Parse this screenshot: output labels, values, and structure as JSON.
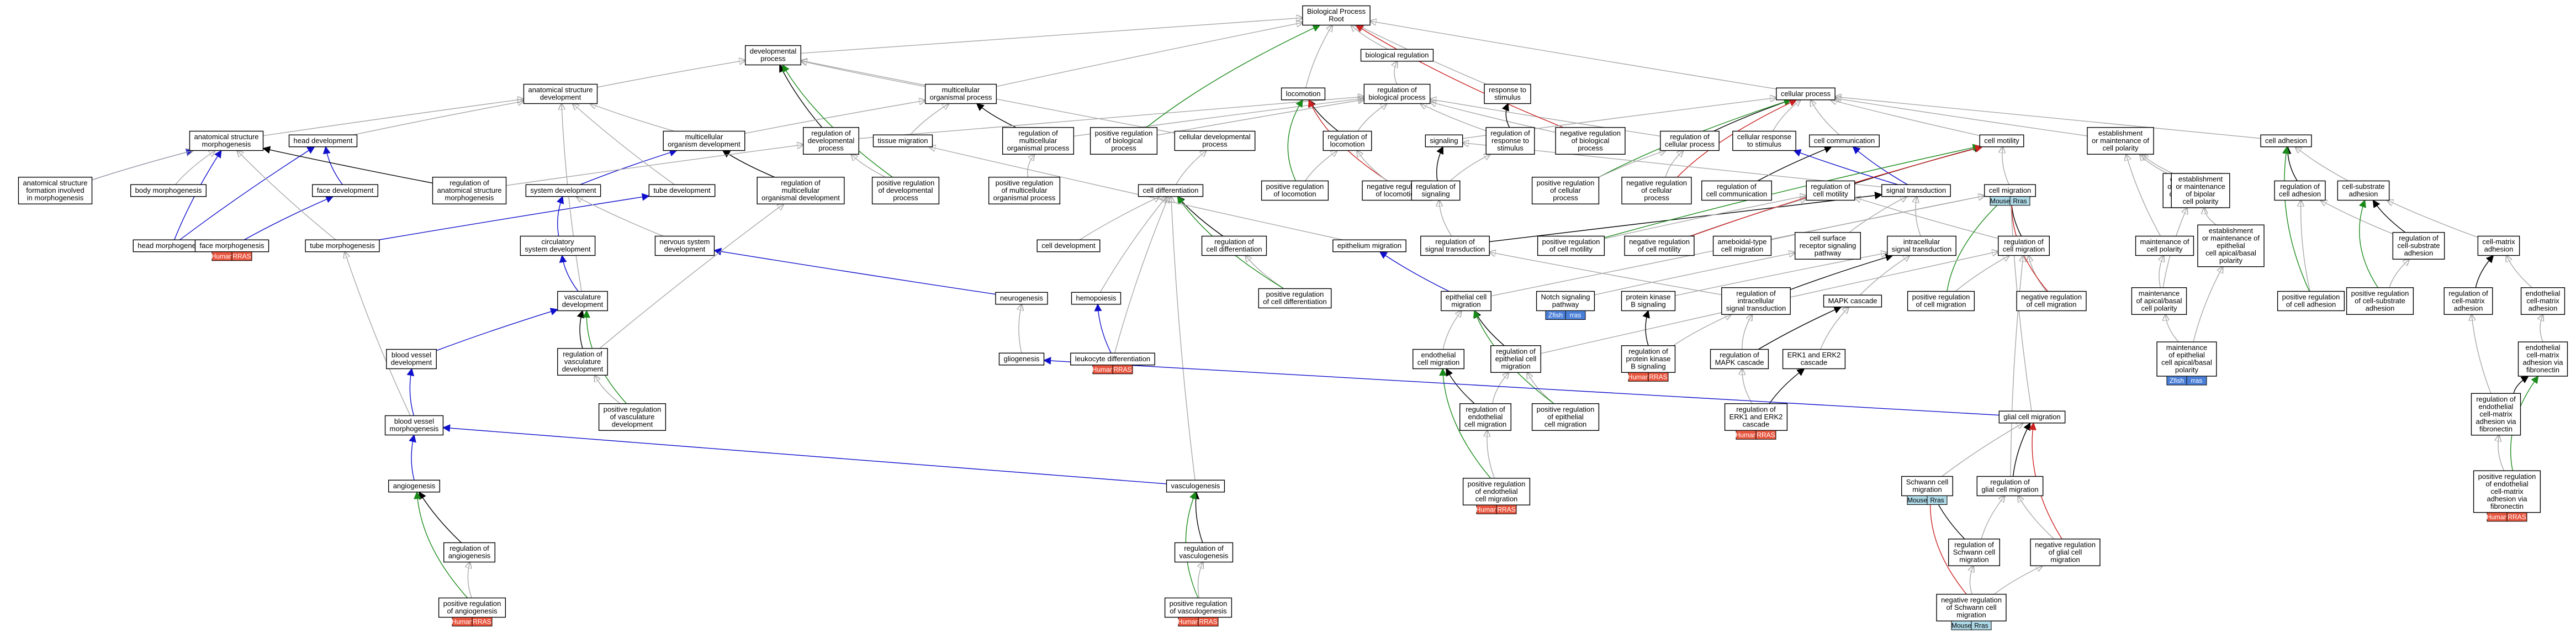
{
  "colors": {
    "is_a": "#a8a8a8",
    "part_of": "#000000",
    "regulates": "#000000",
    "positively_regulates": "#1a8a1a",
    "negatively_regulates": "#cc2020",
    "blue_link": "#1010cc",
    "tag_human_bg": "#e8553e",
    "tag_mouse_bg": "#add8e6",
    "tag_zfish_bg": "#4a7fd8"
  },
  "nodes": [
    {
      "id": "root",
      "label": [
        "Biological Process",
        "Root"
      ]
    },
    {
      "id": "devproc",
      "label": [
        "developmental",
        "process"
      ]
    },
    {
      "id": "biolreg",
      "label": [
        "biological regulation"
      ]
    },
    {
      "id": "anatdev",
      "label": [
        "anatomical structure",
        "development"
      ]
    },
    {
      "id": "multiproc",
      "label": [
        "multicellular",
        "organismal process"
      ]
    },
    {
      "id": "locomotion",
      "label": [
        "locomotion"
      ]
    },
    {
      "id": "regbiol",
      "label": [
        "regulation of",
        "biological process"
      ]
    },
    {
      "id": "resp",
      "label": [
        "response to",
        "stimulus"
      ]
    },
    {
      "id": "cellproc",
      "label": [
        "cellular process"
      ]
    },
    {
      "id": "anatmorph",
      "label": [
        "anatomical structure",
        "morphogenesis"
      ]
    },
    {
      "id": "headdev",
      "label": [
        "head development"
      ]
    },
    {
      "id": "multidev",
      "label": [
        "multicellular",
        "organism development"
      ]
    },
    {
      "id": "regdev",
      "label": [
        "regulation of",
        "developmental",
        "process"
      ]
    },
    {
      "id": "tissuemig",
      "label": [
        "tissue migration"
      ]
    },
    {
      "id": "regmulti",
      "label": [
        "regulation of",
        "multicellular",
        "organismal process"
      ]
    },
    {
      "id": "posbiol",
      "label": [
        "positive regulation",
        "of biological",
        "process"
      ]
    },
    {
      "id": "celldevproc",
      "label": [
        "cellular developmental",
        "process"
      ]
    },
    {
      "id": "regloco",
      "label": [
        "regulation of",
        "locomotion"
      ]
    },
    {
      "id": "signaling",
      "label": [
        "signaling"
      ]
    },
    {
      "id": "regresp",
      "label": [
        "regulation of",
        "response to",
        "stimulus"
      ]
    },
    {
      "id": "negbiol",
      "label": [
        "negative regulation",
        "of biological",
        "process"
      ]
    },
    {
      "id": "regcellproc",
      "label": [
        "regulation of",
        "cellular process"
      ]
    },
    {
      "id": "cellresp",
      "label": [
        "cellular response",
        "to stimulus"
      ]
    },
    {
      "id": "cellcomm",
      "label": [
        "cell communication"
      ]
    },
    {
      "id": "estabpol",
      "label": [
        "establishment",
        "or maintenance of",
        "cell polarity"
      ]
    },
    {
      "id": "celladh",
      "label": [
        "cell adhesion"
      ]
    },
    {
      "id": "anatform",
      "label": [
        "anatomical structure",
        "formation involved",
        "in morphogenesis"
      ]
    },
    {
      "id": "bodymorph",
      "label": [
        "body morphogenesis"
      ]
    },
    {
      "id": "facedev",
      "label": [
        "face development"
      ]
    },
    {
      "id": "reganat",
      "label": [
        "regulation of",
        "anatomical structure",
        "morphogenesis"
      ]
    },
    {
      "id": "sysdev",
      "label": [
        "system development"
      ]
    },
    {
      "id": "tubedev",
      "label": [
        "tube development"
      ]
    },
    {
      "id": "regmultidev",
      "label": [
        "regulation of",
        "multicellular",
        "organismal development"
      ]
    },
    {
      "id": "posdev",
      "label": [
        "positive regulation",
        "of developmental",
        "process"
      ]
    },
    {
      "id": "posmulti",
      "label": [
        "positive regulation",
        "of multicellular",
        "organismal process"
      ]
    },
    {
      "id": "posloco",
      "label": [
        "positive regulation",
        "of locomotion"
      ]
    },
    {
      "id": "negloco",
      "label": [
        "negative regulation",
        "of locomotion"
      ]
    },
    {
      "id": "regsig",
      "label": [
        "regulation of",
        "signaling"
      ]
    },
    {
      "id": "poscell",
      "label": [
        "positive regulation",
        "of cellular",
        "process"
      ]
    },
    {
      "id": "negcell",
      "label": [
        "negative regulation",
        "of cellular",
        "process"
      ]
    },
    {
      "id": "regcellcomm",
      "label": [
        "regulation of",
        "cell communication"
      ]
    },
    {
      "id": "regmotil",
      "label": [
        "regulation of",
        "cell motility"
      ]
    },
    {
      "id": "sigtrans",
      "label": [
        "signal transduction"
      ]
    },
    {
      "id": "cellmotil",
      "label": [
        "cell motility"
      ]
    },
    {
      "id": "estabapical",
      "label": [
        "establishment",
        "or maintenance",
        "of apical/basal",
        "cell polarity"
      ]
    },
    {
      "id": "estabbipolar",
      "label": [
        "establishment",
        "or maintenance",
        "of bipolar",
        "cell polarity"
      ]
    },
    {
      "id": "regadh",
      "label": [
        "regulation of",
        "cell adhesion"
      ]
    },
    {
      "id": "cellsub",
      "label": [
        "cell-substrate",
        "adhesion"
      ]
    },
    {
      "id": "headmorph",
      "label": [
        "head morphogenesis"
      ]
    },
    {
      "id": "facemorph",
      "label": [
        "face morphogenesis"
      ]
    },
    {
      "id": "tubemorph",
      "label": [
        "tube morphogenesis"
      ]
    },
    {
      "id": "circdev",
      "label": [
        "circulatory",
        "system development"
      ]
    },
    {
      "id": "nervdev",
      "label": [
        "nervous system",
        "development"
      ]
    },
    {
      "id": "celldiff",
      "label": [
        "cell differentiation"
      ]
    },
    {
      "id": "celldevt",
      "label": [
        "cell development"
      ]
    },
    {
      "id": "regcelldiff",
      "label": [
        "regulation of",
        "cell differentiation"
      ]
    },
    {
      "id": "poscelldiff",
      "label": [
        "positive regulation",
        "of cell differentiation"
      ]
    },
    {
      "id": "hemopoiesis",
      "label": [
        "hemopoiesis"
      ]
    },
    {
      "id": "leuko",
      "label": [
        "leukocyte differentiation"
      ]
    },
    {
      "id": "neurogenesis",
      "label": [
        "neurogenesis"
      ]
    },
    {
      "id": "gliogenesis",
      "label": [
        "gliogenesis"
      ]
    },
    {
      "id": "epimig",
      "label": [
        "epithelium migration"
      ]
    },
    {
      "id": "regsigtrans",
      "label": [
        "regulation of",
        "signal transduction"
      ]
    },
    {
      "id": "posmotil",
      "label": [
        "positive regulation",
        "of cell motility"
      ]
    },
    {
      "id": "negmotil",
      "label": [
        "negative regulation",
        "of cell motility"
      ]
    },
    {
      "id": "ameboid",
      "label": [
        "ameboidal-type",
        "cell migration"
      ]
    },
    {
      "id": "cellsurface",
      "label": [
        "cell surface",
        "receptor signaling",
        "pathway"
      ]
    },
    {
      "id": "intracell",
      "label": [
        "intracellular",
        "signal transduction"
      ]
    },
    {
      "id": "cellmig",
      "label": [
        "cell migration"
      ]
    },
    {
      "id": "regcellmig",
      "label": [
        "regulation of",
        "cell migration"
      ]
    },
    {
      "id": "poscellmig",
      "label": [
        "positive regulation",
        "of cell migration"
      ]
    },
    {
      "id": "negcellmig",
      "label": [
        "negative regulation",
        "of cell migration"
      ]
    },
    {
      "id": "maintpol",
      "label": [
        "maintenance of",
        "cell polarity"
      ]
    },
    {
      "id": "maintapical",
      "label": [
        "maintenance",
        "of apical/basal",
        "cell polarity"
      ]
    },
    {
      "id": "estabepi",
      "label": [
        "establishment",
        "or maintenance of",
        "epithelial",
        "cell apical/basal",
        "polarity"
      ]
    },
    {
      "id": "maintepi",
      "label": [
        "maintenance",
        "of epithelial",
        "cell apical/basal",
        "polarity"
      ]
    },
    {
      "id": "posadh",
      "label": [
        "positive regulation",
        "of cell adhesion"
      ]
    },
    {
      "id": "regcellsub",
      "label": [
        "regulation of",
        "cell-substrate",
        "adhesion"
      ]
    },
    {
      "id": "poscellsub",
      "label": [
        "positive regulation",
        "of cell-substrate",
        "adhesion"
      ]
    },
    {
      "id": "cellmatrix",
      "label": [
        "cell-matrix",
        "adhesion"
      ]
    },
    {
      "id": "regcellmatrix",
      "label": [
        "regulation of",
        "cell-matrix",
        "adhesion"
      ]
    },
    {
      "id": "endomatrix",
      "label": [
        "endothelial",
        "cell-matrix",
        "adhesion"
      ]
    },
    {
      "id": "vascdev",
      "label": [
        "vasculature",
        "development"
      ]
    },
    {
      "id": "regvascdev",
      "label": [
        "regulation of",
        "vasculature",
        "development"
      ]
    },
    {
      "id": "posvascdev",
      "label": [
        "positive regulation",
        "of vasculature",
        "development"
      ]
    },
    {
      "id": "bvdev",
      "label": [
        "blood vessel",
        "development"
      ]
    },
    {
      "id": "bvmorph",
      "label": [
        "blood vessel",
        "morphogenesis"
      ]
    },
    {
      "id": "angio",
      "label": [
        "angiogenesis"
      ]
    },
    {
      "id": "regangio",
      "label": [
        "regulation of",
        "angiogenesis"
      ]
    },
    {
      "id": "posangio",
      "label": [
        "positive regulation",
        "of angiogenesis"
      ]
    },
    {
      "id": "vasculo",
      "label": [
        "vasculogenesis"
      ]
    },
    {
      "id": "regvasculo",
      "label": [
        "regulation of",
        "vasculogenesis"
      ]
    },
    {
      "id": "posvasculo",
      "label": [
        "positive regulation",
        "of vasculogenesis"
      ]
    },
    {
      "id": "epicellmig",
      "label": [
        "epithelial cell",
        "migration"
      ]
    },
    {
      "id": "endocellmig",
      "label": [
        "endothelial",
        "cell migration"
      ]
    },
    {
      "id": "regepimig",
      "label": [
        "regulation of",
        "epithelial cell",
        "migration"
      ]
    },
    {
      "id": "regendomig",
      "label": [
        "regulation of",
        "endothelial",
        "cell migration"
      ]
    },
    {
      "id": "posepimig",
      "label": [
        "positive regulation",
        "of epithelial",
        "cell migration"
      ]
    },
    {
      "id": "posendomig",
      "label": [
        "positive regulation",
        "of endothelial",
        "cell migration"
      ]
    },
    {
      "id": "notch",
      "label": [
        "Notch signaling",
        "pathway"
      ]
    },
    {
      "id": "pkb",
      "label": [
        "protein kinase",
        "B signaling"
      ]
    },
    {
      "id": "regpkb",
      "label": [
        "regulation of",
        "protein kinase",
        "B signaling"
      ]
    },
    {
      "id": "regintra",
      "label": [
        "regulation of",
        "intracellular",
        "signal transduction"
      ]
    },
    {
      "id": "mapk",
      "label": [
        "MAPK cascade"
      ]
    },
    {
      "id": "regmapk",
      "label": [
        "regulation of",
        "MAPK cascade"
      ]
    },
    {
      "id": "erk",
      "label": [
        "ERK1 and ERK2",
        "cascade"
      ]
    },
    {
      "id": "regerk",
      "label": [
        "regulation of",
        "ERK1 and ERK2",
        "cascade"
      ]
    },
    {
      "id": "glialmig",
      "label": [
        "glial cell migration"
      ]
    },
    {
      "id": "regglial",
      "label": [
        "regulation of",
        "glial cell migration"
      ]
    },
    {
      "id": "negglial",
      "label": [
        "negative regulation",
        "of glial cell",
        "migration"
      ]
    },
    {
      "id": "schwann",
      "label": [
        "Schwann cell",
        "migration"
      ]
    },
    {
      "id": "regschwann",
      "label": [
        "regulation of",
        "Schwann cell",
        "migration"
      ]
    },
    {
      "id": "negschwann",
      "label": [
        "negative regulation",
        "of Schwann cell",
        "migration"
      ]
    },
    {
      "id": "regendomatrix",
      "label": [
        "regulation of",
        "endothelial",
        "cell-matrix",
        "adhesion via",
        "fibronectin"
      ]
    },
    {
      "id": "endomatrixfn",
      "label": [
        "endothelial",
        "cell-matrix",
        "adhesion via",
        "fibronectin"
      ]
    },
    {
      "id": "posendomatrix",
      "label": [
        "positive regulation",
        "of endothelial",
        "cell-matrix",
        "adhesion via",
        "fibronectin"
      ]
    }
  ],
  "tags": [
    {
      "node": "facemorph",
      "left": "Human",
      "right": "RRAS",
      "kind": "human"
    },
    {
      "node": "leuko",
      "left": "Human",
      "right": "RRAS",
      "kind": "human"
    },
    {
      "node": "posangio",
      "left": "Human",
      "right": "RRAS",
      "kind": "human"
    },
    {
      "node": "posvasculo",
      "left": "Human",
      "right": "RRAS",
      "kind": "human"
    },
    {
      "node": "posendomig",
      "left": "Human",
      "right": "RRAS",
      "kind": "human"
    },
    {
      "node": "regpkb",
      "left": "Human",
      "right": "RRAS",
      "kind": "human"
    },
    {
      "node": "regerk",
      "left": "Human",
      "right": "RRAS",
      "kind": "human"
    },
    {
      "node": "posendomatrix",
      "left": "Human",
      "right": "RRAS",
      "kind": "human"
    },
    {
      "node": "notch",
      "left": "Zfish",
      "right": "rras",
      "kind": "zfish"
    },
    {
      "node": "maintepi",
      "left": "Zfish",
      "right": "rras",
      "kind": "zfish"
    },
    {
      "node": "cellmig",
      "left": "Mouse",
      "right": "Rras",
      "kind": "mouse"
    },
    {
      "node": "schwann",
      "left": "Mouse",
      "right": "Rras",
      "kind": "mouse"
    },
    {
      "node": "negschwann",
      "left": "Mouse",
      "right": "Rras",
      "kind": "mouse"
    }
  ]
}
